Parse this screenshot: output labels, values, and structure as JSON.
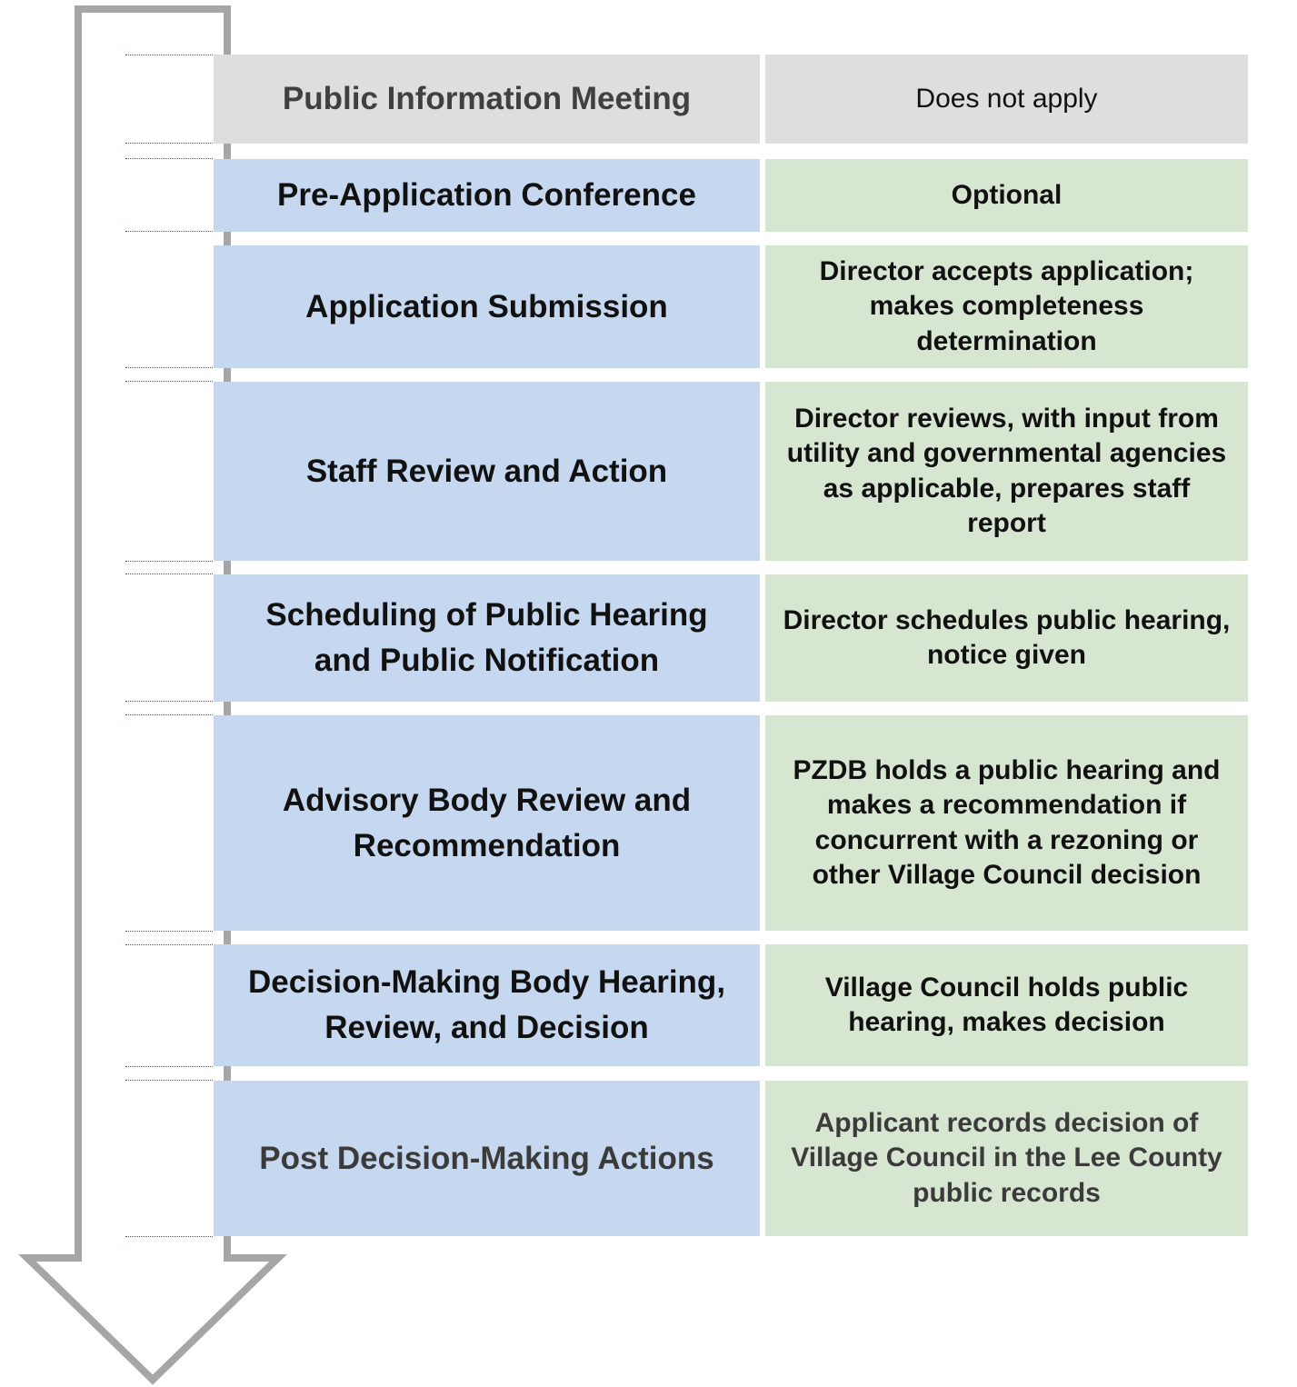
{
  "process": {
    "steps": [
      {
        "label": "Public Information Meeting",
        "description": "Does not apply"
      },
      {
        "label": "Pre-Application Conference",
        "description": "Optional"
      },
      {
        "label": "Application Submission",
        "description": "Director accepts application; makes completeness determination"
      },
      {
        "label": "Staff Review and Action",
        "description": "Director reviews, with input from utility and governmental agencies as applicable, prepares staff report"
      },
      {
        "label": "Scheduling of Public Hearing and Public Notification",
        "description": "Director schedules public hearing, notice given"
      },
      {
        "label": "Advisory Body Review and Recommendation",
        "description": "PZDB holds a public hearing and makes a recommendation if concurrent with a rezoning or other Village Council decision"
      },
      {
        "label": "Decision-Making Body Hearing, Review, and Decision",
        "description": "Village Council holds public hearing, makes decision"
      },
      {
        "label": "Post Decision-Making Actions",
        "description": "Applicant records decision of Village Council in the Lee County public records"
      }
    ]
  },
  "colors": {
    "label_fill": "#c6d8ef",
    "description_fill": "#d7e6d1",
    "not_applicable_fill": "#dedede",
    "arrow_stroke": "#a6a6a6"
  }
}
